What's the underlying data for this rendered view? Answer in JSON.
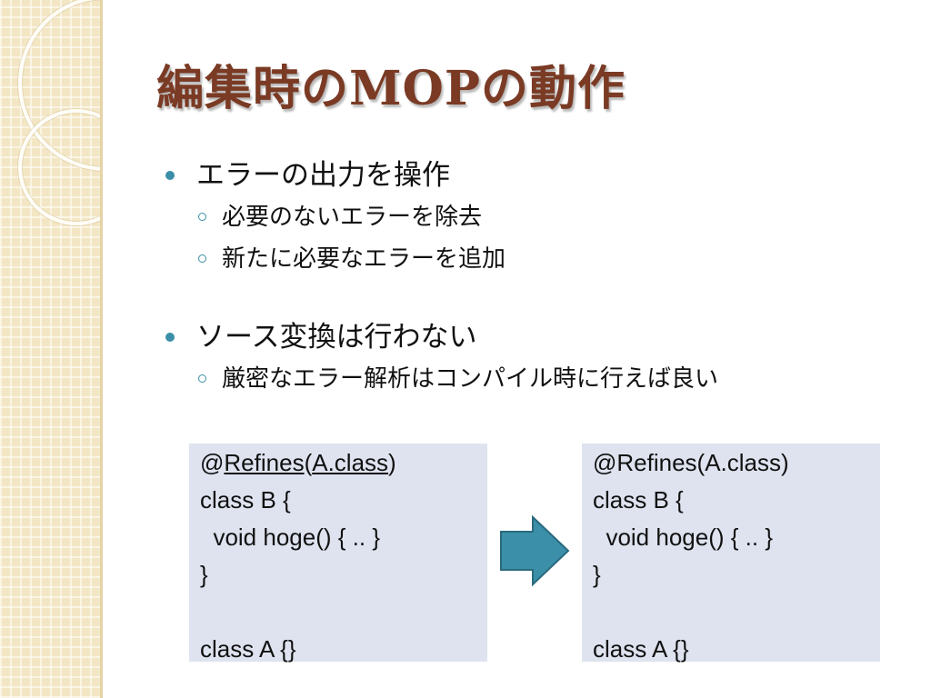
{
  "slide": {
    "title": "編集時のMOPの動作",
    "bullets": [
      {
        "text": "エラーの出力を操作",
        "sub": [
          "必要のないエラーを除去",
          "新たに必要なエラーを追加"
        ]
      },
      {
        "text": "ソース変換は行わない",
        "sub": [
          "厳密なエラー解析はコンパイル時に行えば良い"
        ]
      }
    ]
  },
  "code_before": {
    "annotation": {
      "at": "@",
      "name": "Refines",
      "open": "(",
      "arg": "A.class",
      "close": ")"
    },
    "lines": [
      "class B {",
      "  void hoge() { .. }",
      "}",
      "",
      "class A {}"
    ]
  },
  "code_after": {
    "lines": [
      "@Refines(A.class)",
      "class B {",
      "  void hoge() { .. }",
      "}",
      "",
      "class A {}"
    ]
  },
  "colors": {
    "title": "#7a3a24",
    "bullet": "#3b8fa8",
    "code_bg": "#dee3ef",
    "arrow_fill": "#3b8fa8",
    "arrow_stroke": "#2a6a7e",
    "sidebar": "#f3e6c4"
  },
  "icons": {
    "arrow": "right-arrow-icon"
  }
}
